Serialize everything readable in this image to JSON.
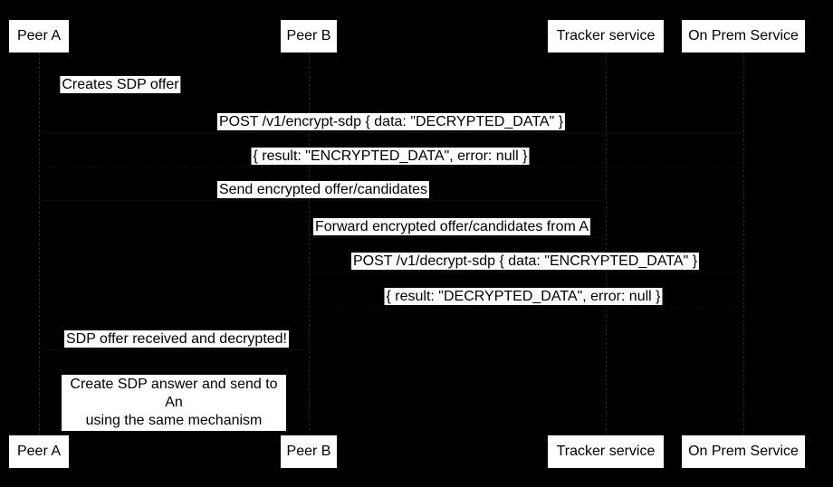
{
  "diagram": {
    "type": "sequence-diagram",
    "appearance": {
      "background_color": "#000000",
      "box_fill_color": "#ffffff",
      "text_color": "#000000",
      "lifeline_color": "#232323"
    },
    "actors": [
      {
        "id": "peer-a",
        "label": "Peer A"
      },
      {
        "id": "peer-b",
        "label": "Peer B"
      },
      {
        "id": "tracker",
        "label": "Tracker service"
      },
      {
        "id": "onprem",
        "label": "On Prem Service"
      }
    ],
    "messages": [
      {
        "from": "peer-a",
        "to": "peer-a",
        "text": "Creates SDP offer"
      },
      {
        "from": "peer-a",
        "to": "onprem",
        "text": "POST /v1/encrypt-sdp { data: \"DECRYPTED_DATA\" }"
      },
      {
        "from": "onprem",
        "to": "peer-a",
        "text": "{ result: \"ENCRYPTED_DATA\", error: null }"
      },
      {
        "from": "peer-a",
        "to": "tracker",
        "text": "Send encrypted offer/candidates"
      },
      {
        "from": "tracker",
        "to": "peer-b",
        "text": "Forward encrypted offer/candidates from A"
      },
      {
        "from": "peer-b",
        "to": "onprem",
        "text": "POST /v1/decrypt-sdp { data: \"ENCRYPTED_DATA\" }"
      },
      {
        "from": "onprem",
        "to": "peer-b",
        "text": "{ result: \"DECRYPTED_DATA\", error: null }"
      },
      {
        "from": "peer-b",
        "to": "peer-a",
        "text": "SDP offer received and decrypted!"
      }
    ],
    "note": {
      "lines": [
        "Create SDP answer and send to An",
        "using the same mechanism"
      ]
    }
  }
}
